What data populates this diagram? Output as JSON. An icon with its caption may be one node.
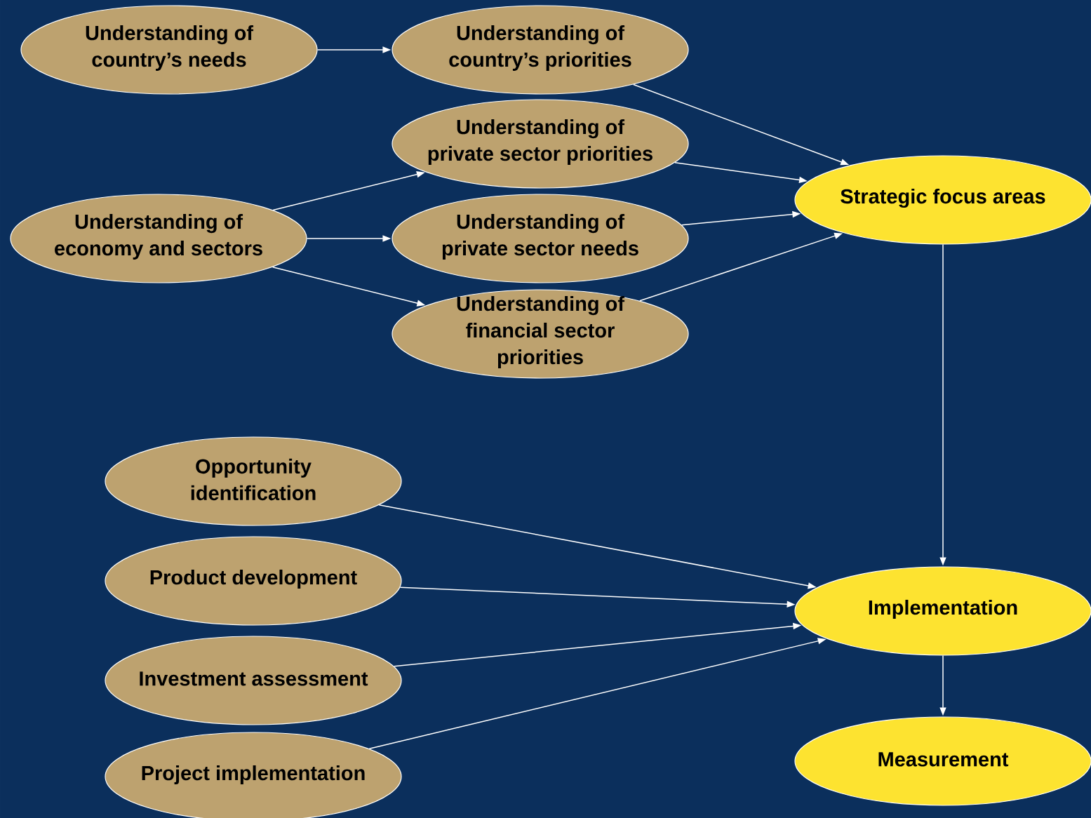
{
  "diagram": {
    "nodes": [
      {
        "text": [
          "Understanding of country’s needs"
        ]
      },
      {
        "text": [
          "Understanding of country’s priorities"
        ]
      },
      {
        "text": [
          "Understanding of private sector priorities"
        ]
      },
      {
        "text": [
          "Understanding of economy and sectors"
        ]
      },
      {
        "text": [
          "Understanding of private sector needs"
        ]
      },
      {
        "text": [
          "Understanding of financial sector priorities"
        ]
      },
      {
        "text": [
          "Strategic focus areas"
        ]
      },
      {
        "text": [
          "Opportunity identification"
        ]
      },
      {
        "text": [
          "Product development"
        ]
      },
      {
        "text": [
          "Investment assessment"
        ]
      },
      {
        "text": [
          "Project implementation"
        ]
      },
      {
        "text": [
          "Implementation"
        ]
      },
      {
        "text": [
          "Measurement"
        ]
      }
    ],
    "edges": [
      {
        "from": 0,
        "to": 1,
        "arrow": "to"
      },
      {
        "from": 3,
        "to": 2,
        "arrow": "to"
      },
      {
        "from": 3,
        "to": 4,
        "arrow": "to"
      },
      {
        "from": 3,
        "to": 5,
        "arrow": "to"
      },
      {
        "from": 1,
        "to": 6,
        "arrow": "to"
      },
      {
        "from": 2,
        "to": 6,
        "arrow": "to"
      },
      {
        "from": 4,
        "to": 6,
        "arrow": "to"
      },
      {
        "from": 5,
        "to": 6,
        "arrow": "to"
      },
      {
        "from": 6,
        "to": 11,
        "arrow": "to"
      },
      {
        "from": 7,
        "to": 11,
        "arrow": "to"
      },
      {
        "from": 8,
        "to": 11,
        "arrow": "to"
      },
      {
        "from": 9,
        "to": 11,
        "arrow": "to"
      },
      {
        "from": 10,
        "to": 11,
        "arrow": "to"
      },
      {
        "from": 11,
        "to": 12,
        "arrow": "to"
      }
    ]
  }
}
